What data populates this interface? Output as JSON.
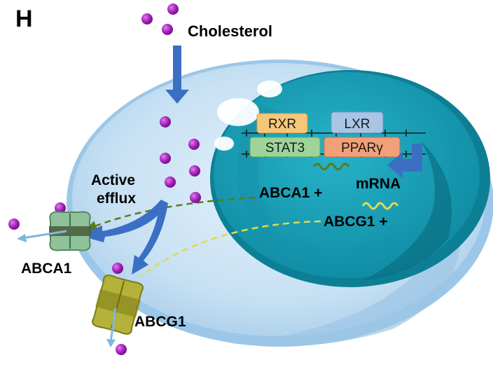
{
  "figure": {
    "panel_letter": "H",
    "labels": {
      "cholesterol": "Cholesterol",
      "active_efflux_line1": "Active",
      "active_efflux_line2": "efflux",
      "mrna": "mRNA",
      "abca1_plus": "ABCA1 +",
      "abcg1_plus": "ABCG1 +",
      "abca1_transporter": "ABCA1",
      "abcg1_transporter": "ABCG1"
    },
    "factors": {
      "rxr": "RXR",
      "lxr": "LXR",
      "stat3": "STAT3",
      "ppar_gamma": "PPARγ"
    }
  },
  "colors": {
    "cell_outer": "#c9e2f4",
    "cell_inner": "#b7d8f0",
    "nucleus": "#1aa0b8",
    "nucleus_dark": "#0d7f95",
    "arrow_blue": "#3a6fc4",
    "cholesterol_dot": "#a020b8",
    "abca1_green": "#8fc29a",
    "abcg1_olive": "#b5b23a",
    "rxr_box": "#f6c77a",
    "lxr_box": "#a8c5e6",
    "stat3_box": "#9ed49a",
    "ppar_box": "#f2a07a",
    "mrna_green": "#5c7a1a",
    "mrna_yellow": "#e6d84a"
  }
}
